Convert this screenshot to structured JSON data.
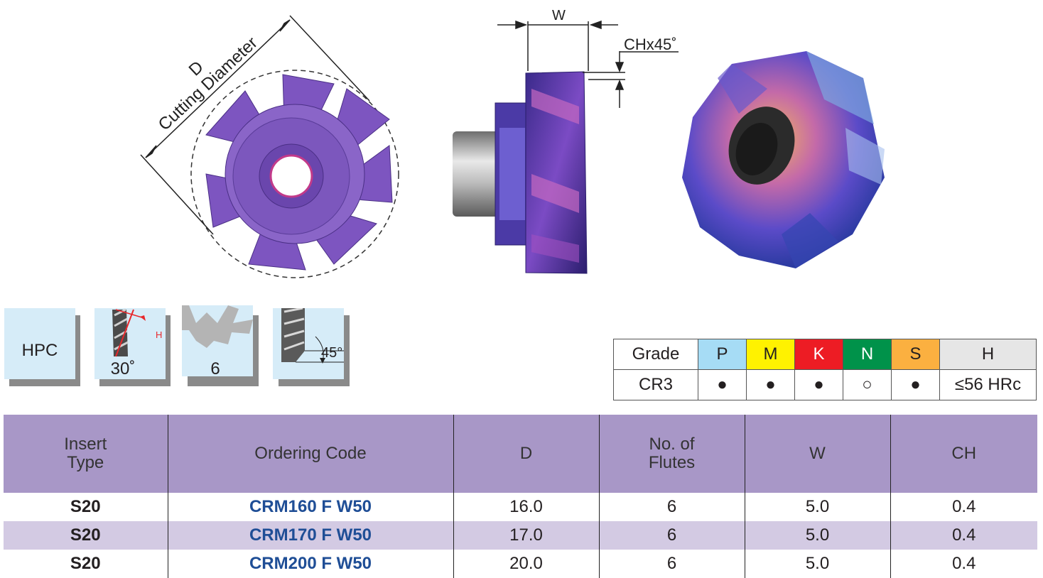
{
  "drawing": {
    "dim_d": "D",
    "dim_d_caption": "Cutting Diameter",
    "dim_w": "W",
    "dim_ch": "CHx45˚"
  },
  "features": [
    {
      "label": "HPC",
      "icon": "hpc-badge"
    },
    {
      "label": "30˚",
      "icon": "helix-angle-icon",
      "sub": "H"
    },
    {
      "label": "6",
      "icon": "flute-count-icon"
    },
    {
      "label": "45°",
      "icon": "chamfer-angle-icon"
    }
  ],
  "grade_table": {
    "header": [
      "Grade",
      "P",
      "M",
      "K",
      "N",
      "S",
      "H"
    ],
    "header_colors": [
      "#ffffff",
      "#a6dcf5",
      "#fff200",
      "#ed1c24",
      "#00924a",
      "#fbb040",
      "#e6e6e6"
    ],
    "row": [
      "CR3",
      "●",
      "●",
      "●",
      "○",
      "●",
      "≤56 HRc"
    ]
  },
  "main_table": {
    "columns": [
      {
        "line1": "Insert",
        "line2": "Type"
      },
      {
        "line1": "Ordering Code",
        "line2": ""
      },
      {
        "line1": "D",
        "line2": ""
      },
      {
        "line1": "No. of",
        "line2": "Flutes"
      },
      {
        "line1": "W",
        "line2": ""
      },
      {
        "line1": "CH",
        "line2": ""
      }
    ],
    "rows": [
      [
        "S20",
        "CRM160 F W50",
        "16.0",
        "6",
        "5.0",
        "0.4"
      ],
      [
        "S20",
        "CRM170 F W50",
        "17.0",
        "6",
        "5.0",
        "0.4"
      ],
      [
        "S20",
        "CRM200 F W50",
        "20.0",
        "6",
        "5.0",
        "0.4"
      ]
    ]
  }
}
